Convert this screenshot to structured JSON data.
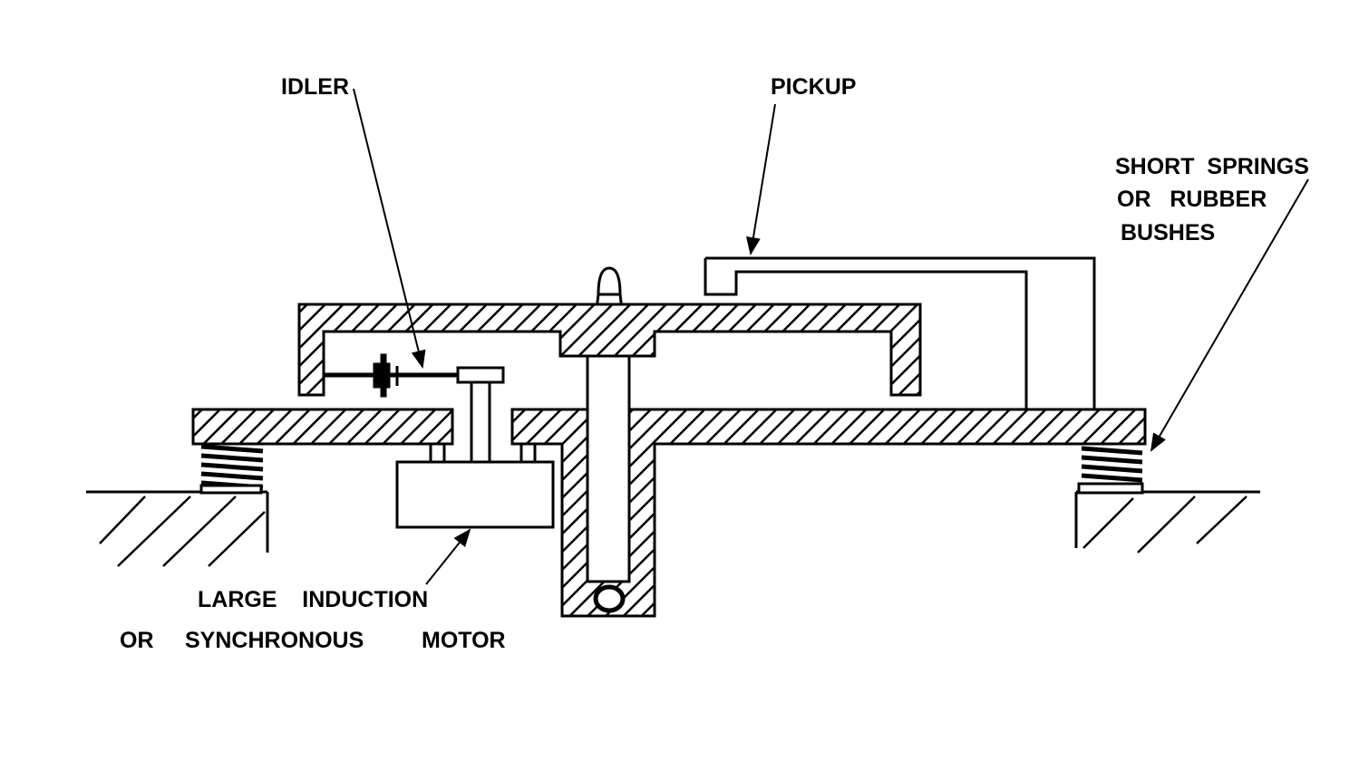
{
  "labels": {
    "idler": "IDLER",
    "pickup": "PICKUP",
    "springs_line1": "SHORT  SPRINGS",
    "springs_line2": "OR   RUBBER",
    "springs_line3": "BUSHES",
    "motor_line1": "LARGE    INDUCTION",
    "motor_line2_a": "OR",
    "motor_line2_b": "SYNCHRONOUS",
    "motor_line2_c": "MOTOR"
  },
  "colors": {
    "ink": "#000000",
    "paper": "#ffffff"
  }
}
